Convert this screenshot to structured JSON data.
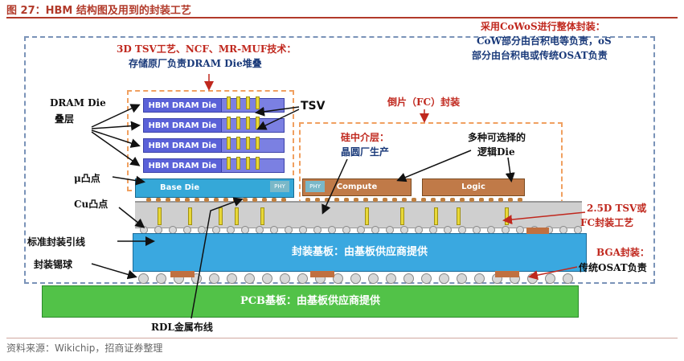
{
  "figure": {
    "title": "图 27：HBM 结构图及用到的封装工艺",
    "source": "资料来源：Wikichip，招商证券整理"
  },
  "annotations": {
    "cowos_line1": "采用CoWoS进行整体封装：",
    "cowos_line2": "CoW部分由台积电等负责，oS",
    "cowos_line3": "部分由台积电或传统OSAT负责",
    "tsv_tech_line1": "3D TSV工艺、NCF、MR-MUF技术：",
    "tsv_tech_line2": "存储原厂负责DRAM Die堆叠",
    "fc_package": "倒片（FC）封装",
    "interposer_line1": "硅中介层：",
    "interposer_line2": "晶圆厂生产",
    "logic_line1": "多种可选择的",
    "logic_line2": "逻辑Die",
    "dram_layers_line1": "DRAM Die",
    "dram_layers_line2": "叠层",
    "tsv": "TSV",
    "micro_bump": "μ凸点",
    "cu_bump": "Cu凸点",
    "std_lead": "标准封装引线",
    "solder_ball": "封装锡球",
    "rdl": "RDL金属布线",
    "tsv_25d_line1": "2.5D TSV或",
    "tsv_25d_line2": "FC封装工艺",
    "bga_line1": "BGA封装：",
    "bga_line2": "传统OSAT负责"
  },
  "blocks": {
    "dram_die": [
      "HBM DRAM Die",
      "HBM DRAM Die",
      "HBM DRAM Die",
      "HBM DRAM Die"
    ],
    "base_die": "Base Die",
    "compute": "Compute",
    "logic": "Logic",
    "phy": "PHY",
    "substrate": "封装基板：由基板供应商提供",
    "pcb": "PCB基板：由基板供应商提供"
  },
  "colors": {
    "title_red": "#b23a2a",
    "annotation_red": "#c0281e",
    "annotation_blue": "#1a3a7a",
    "dram_blue": "#5a61d8",
    "base_die_cyan": "#35a8d8",
    "substrate_blue": "#3aa8e0",
    "pcb_green": "#52c248",
    "chip_brown": "#c07a48",
    "tsv_yellow": "#e8d838",
    "dash_orange": "#f0a060",
    "dash_blue": "#7a93b8"
  }
}
